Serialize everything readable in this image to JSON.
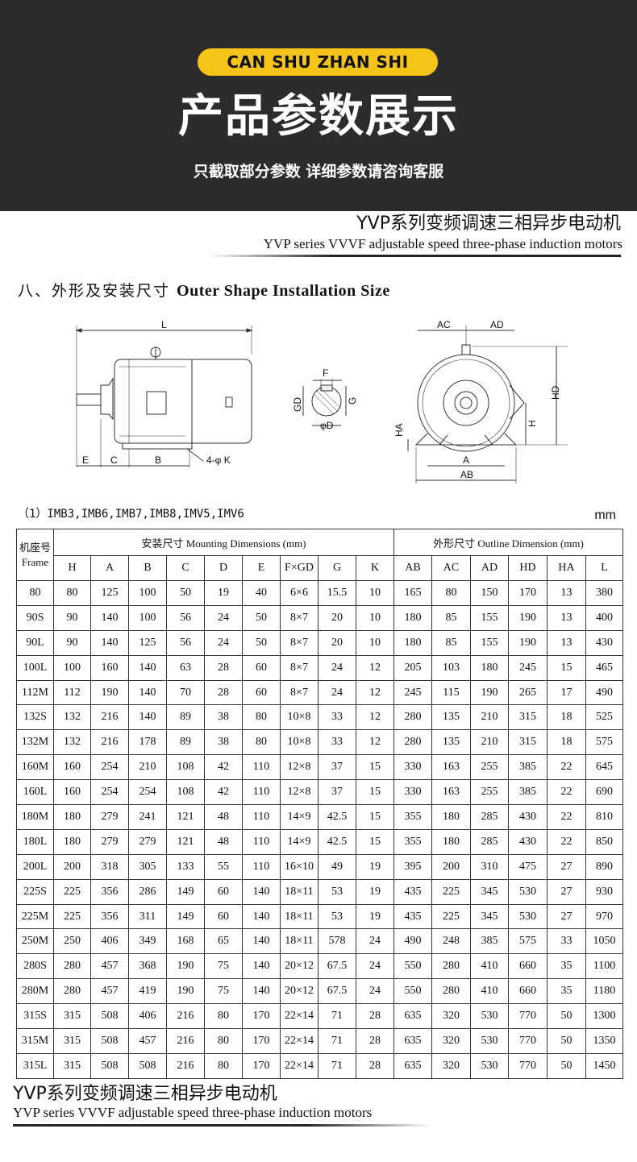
{
  "banner": {
    "pill": "CAN SHU ZHAN SHI",
    "title": "产品参数展示",
    "subtitle": "只截取部分参数 详细参数请咨询客服"
  },
  "header": {
    "title_cn": "YVP系列变频调速三相异步电动机",
    "title_en": "YVP series VVVF adjustable speed three-phase induction motors"
  },
  "section": {
    "title_cn": "八、外形及安装尺寸",
    "title_en": "Outer Shape Installation Size"
  },
  "drawing": {
    "labels": {
      "L": "L",
      "E": "E",
      "C": "C",
      "B": "B",
      "K": "4-φ K",
      "F": "F",
      "GD": "GD",
      "G": "G",
      "D": "φD",
      "AC": "AC",
      "AD": "AD",
      "HD": "HD",
      "H": "H",
      "HA": "HA",
      "A": "A",
      "AB": "AB"
    }
  },
  "table": {
    "models": "（1）IMB3,IMB6,IMB7,IMB8,IMV5,IMV6",
    "unit": "mm",
    "frame_header_cn": "机座号",
    "frame_header_en": "Frame",
    "mounting_header": "安装尺寸  Mounting  Dimensions    (mm)",
    "outline_header": "外形尺寸 Outline Dimension  (mm)",
    "columns": [
      "H",
      "A",
      "B",
      "C",
      "D",
      "E",
      "F×GD",
      "G",
      "K",
      "AB",
      "AC",
      "AD",
      "HD",
      "HA",
      "L"
    ],
    "rows": [
      [
        "80",
        "80",
        "125",
        "100",
        "50",
        "19",
        "40",
        "6×6",
        "15.5",
        "10",
        "165",
        "80",
        "150",
        "170",
        "13",
        "380"
      ],
      [
        "90S",
        "90",
        "140",
        "100",
        "56",
        "24",
        "50",
        "8×7",
        "20",
        "10",
        "180",
        "85",
        "155",
        "190",
        "13",
        "400"
      ],
      [
        "90L",
        "90",
        "140",
        "125",
        "56",
        "24",
        "50",
        "8×7",
        "20",
        "10",
        "180",
        "85",
        "155",
        "190",
        "13",
        "430"
      ],
      [
        "100L",
        "100",
        "160",
        "140",
        "63",
        "28",
        "60",
        "8×7",
        "24",
        "12",
        "205",
        "103",
        "180",
        "245",
        "15",
        "465"
      ],
      [
        "112M",
        "112",
        "190",
        "140",
        "70",
        "28",
        "60",
        "8×7",
        "24",
        "12",
        "245",
        "115",
        "190",
        "265",
        "17",
        "490"
      ],
      [
        "132S",
        "132",
        "216",
        "140",
        "89",
        "38",
        "80",
        "10×8",
        "33",
        "12",
        "280",
        "135",
        "210",
        "315",
        "18",
        "525"
      ],
      [
        "132M",
        "132",
        "216",
        "178",
        "89",
        "38",
        "80",
        "10×8",
        "33",
        "12",
        "280",
        "135",
        "210",
        "315",
        "18",
        "575"
      ],
      [
        "160M",
        "160",
        "254",
        "210",
        "108",
        "42",
        "110",
        "12×8",
        "37",
        "15",
        "330",
        "163",
        "255",
        "385",
        "22",
        "645"
      ],
      [
        "160L",
        "160",
        "254",
        "254",
        "108",
        "42",
        "110",
        "12×8",
        "37",
        "15",
        "330",
        "163",
        "255",
        "385",
        "22",
        "690"
      ],
      [
        "180M",
        "180",
        "279",
        "241",
        "121",
        "48",
        "110",
        "14×9",
        "42.5",
        "15",
        "355",
        "180",
        "285",
        "430",
        "22",
        "810"
      ],
      [
        "180L",
        "180",
        "279",
        "279",
        "121",
        "48",
        "110",
        "14×9",
        "42.5",
        "15",
        "355",
        "180",
        "285",
        "430",
        "22",
        "850"
      ],
      [
        "200L",
        "200",
        "318",
        "305",
        "133",
        "55",
        "110",
        "16×10",
        "49",
        "19",
        "395",
        "200",
        "310",
        "475",
        "27",
        "890"
      ],
      [
        "225S",
        "225",
        "356",
        "286",
        "149",
        "60",
        "140",
        "18×11",
        "53",
        "19",
        "435",
        "225",
        "345",
        "530",
        "27",
        "930"
      ],
      [
        "225M",
        "225",
        "356",
        "311",
        "149",
        "60",
        "140",
        "18×11",
        "53",
        "19",
        "435",
        "225",
        "345",
        "530",
        "27",
        "970"
      ],
      [
        "250M",
        "250",
        "406",
        "349",
        "168",
        "65",
        "140",
        "18×11",
        "578",
        "24",
        "490",
        "248",
        "385",
        "575",
        "33",
        "1050"
      ],
      [
        "280S",
        "280",
        "457",
        "368",
        "190",
        "75",
        "140",
        "20×12",
        "67.5",
        "24",
        "550",
        "280",
        "410",
        "660",
        "35",
        "1100"
      ],
      [
        "280M",
        "280",
        "457",
        "419",
        "190",
        "75",
        "140",
        "20×12",
        "67.5",
        "24",
        "550",
        "280",
        "410",
        "660",
        "35",
        "1180"
      ],
      [
        "315S",
        "315",
        "508",
        "406",
        "216",
        "80",
        "170",
        "22×14",
        "71",
        "28",
        "635",
        "320",
        "530",
        "770",
        "50",
        "1300"
      ],
      [
        "315M",
        "315",
        "508",
        "457",
        "216",
        "80",
        "170",
        "22×14",
        "71",
        "28",
        "635",
        "320",
        "530",
        "770",
        "50",
        "1350"
      ],
      [
        "315L",
        "315",
        "508",
        "508",
        "216",
        "80",
        "170",
        "22×14",
        "71",
        "28",
        "635",
        "320",
        "530",
        "770",
        "50",
        "1450"
      ]
    ]
  },
  "footer": {
    "title_cn": "YVP系列变频调速三相异步电动机",
    "title_en": "YVP series VVVF adjustable speed three-phase induction motors"
  }
}
